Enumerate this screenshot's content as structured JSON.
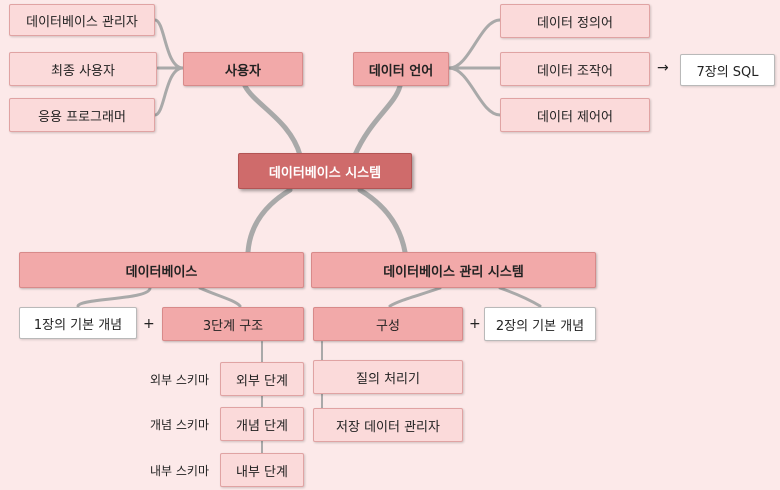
{
  "center": "데이터베이스 시스템",
  "users": {
    "label": "사용자",
    "items": [
      "데이터베이스 관리자",
      "최종 사용자",
      "응용 프로그래머"
    ]
  },
  "language": {
    "label": "데이터 언어",
    "items": [
      "데이터 정의어",
      "데이터 조작어",
      "데이터 제어어"
    ],
    "arrow": "→",
    "ref": "7장의 SQL"
  },
  "database": {
    "label": "데이터베이스",
    "ref": "1장의 기본 개념",
    "plus": "+",
    "schema_levels_label": "3단계 구조",
    "schemas": [
      "외부 스키마",
      "개념 스키마",
      "내부 스키마"
    ],
    "levels": [
      "외부 단계",
      "개념 단계",
      "내부 단계"
    ]
  },
  "dbms": {
    "label": "데이터베이스 관리 시스템",
    "composition": "구성",
    "plus": "+",
    "ref": "2장의 기본 개념",
    "components": [
      "질의 처리기",
      "저장 데이터 관리자"
    ]
  }
}
